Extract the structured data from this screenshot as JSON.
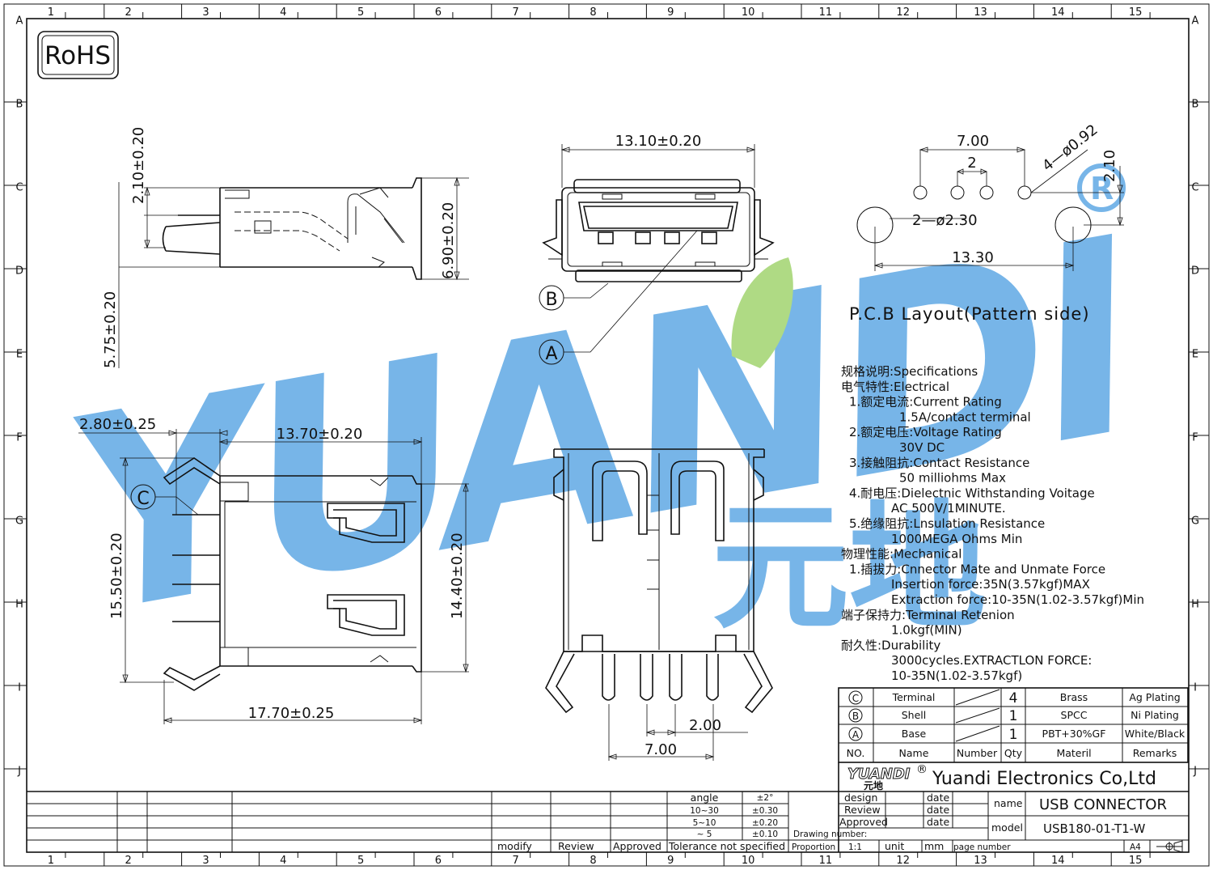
{
  "badge": "RoHS",
  "grid": {
    "cols": [
      "1",
      "2",
      "3",
      "4",
      "5",
      "6",
      "7",
      "8",
      "9",
      "10",
      "11",
      "12",
      "13",
      "14",
      "15"
    ],
    "rows": [
      "A",
      "B",
      "C",
      "D",
      "E",
      "F",
      "G",
      "H",
      "I",
      "J"
    ]
  },
  "watermark": {
    "text": "YUANDI",
    "cn": "元地",
    "color": "#4f9fe0",
    "accent": "#9ed36a"
  },
  "dims": {
    "side_tab": "2.10±0.20",
    "side_height": "6.90±0.20",
    "side_offset": "5.75±0.20",
    "front_width": "13.10±0.20",
    "top_tab": "2.80±0.25",
    "top_width": "13.70±0.20",
    "top_len": "15.50±0.20",
    "top_inner": "14.40±0.20",
    "top_total": "17.70±0.25",
    "pin_pitch": "2.00",
    "pin_span": "7.00"
  },
  "pcb": {
    "title": "P.C.B  Layout(Pattern  side)",
    "d_span": "7.00",
    "d_pitch": "2",
    "d_hole": "4—ø0.92",
    "d_row": "2.10",
    "d_boss": "2—ø2.30",
    "d_boss_span": "13.30"
  },
  "callouts": {
    "a": "A",
    "b": "B",
    "c": "C"
  },
  "specs": [
    "规格说明:Specifications",
    "电气特性:Electrical",
    "1.额定电流:Current  Rating",
    "1.5A/contact  terminal",
    "2.额定电压:Voltage  Rating",
    "30V  DC",
    "3.接触阻抗:Contact  Resistance",
    "50  milliohms  Max",
    "4.耐电压:Dielectnic  Withstanding  Voitage",
    "AC  500V/1MINUTE.",
    "5.绝缘阻抗:Lnsulation  Resistance",
    "1000MEGA  Ohms  Min",
    "物理性能:Mechanical",
    "1.插拔力:Cnnector  Mate  and  Unmate  Force",
    "Insertion  force:35N(3.57kgf)MAX",
    "Extraction  force:10-35N(1.02-3.57kgf)Min",
    "端子保持力:Terminal  Retenion",
    "1.0kgf(MIN)",
    "耐久性:Durability",
    "3000cycles.EXTRACTLON  FORCE:",
    "10-35N(1.02-3.57kgf)"
  ],
  "bom": {
    "rows": [
      {
        "no": "C",
        "name": "Terminal",
        "qty": "4",
        "material": "Brass",
        "remarks": "Ag  Plating"
      },
      {
        "no": "B",
        "name": "Shell",
        "qty": "1",
        "material": "SPCC",
        "remarks": "Ni  Plating"
      },
      {
        "no": "A",
        "name": "Base",
        "qty": "1",
        "material": "PBT+30%GF",
        "remarks": "White/Black"
      }
    ],
    "header": {
      "no": "NO.",
      "name": "Name",
      "number": "Number",
      "qty": "Qty",
      "material": "Materil",
      "remarks": "Remarks"
    }
  },
  "title_block": {
    "logo": "YUANDI",
    "logo_cn": "元地",
    "reg": "®",
    "company": "Yuandi  Electronics  Co,Ltd",
    "design": "design",
    "review": "Review",
    "approved": "Approved",
    "date": "date",
    "name_label": "name",
    "name_value": "USB  CONNECTOR",
    "model_label": "model",
    "model_value": "USB180-01-T1-W",
    "drawing_number": "Drawing  number:",
    "proportion": "Proportion",
    "scale": "1:1",
    "unit": "unit",
    "unit_value": "mm",
    "page_number": "page  number",
    "size": "A4"
  },
  "tolerance": {
    "header": [
      "angle",
      "±2°"
    ],
    "rows": [
      [
        "10~30",
        "±0.30"
      ],
      [
        "5~10",
        "±0.20"
      ],
      [
        "~ 5",
        "±0.10"
      ]
    ],
    "footer": "Tolerance  not  specified"
  },
  "revision": {
    "modify": "modify",
    "review": "Review",
    "approved": "Approved"
  }
}
